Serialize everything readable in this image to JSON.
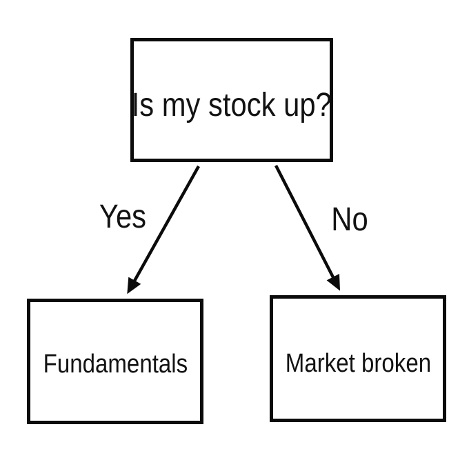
{
  "colors": {
    "line": "#0b0b0b",
    "text": "#121212",
    "background": "#ffffff"
  },
  "flowchart": {
    "root_label": "Is my stock up?",
    "yes_label": "Yes",
    "no_label": "No",
    "yes_leaf_label": "Fundamentals",
    "no_leaf_label": "Market broken"
  }
}
